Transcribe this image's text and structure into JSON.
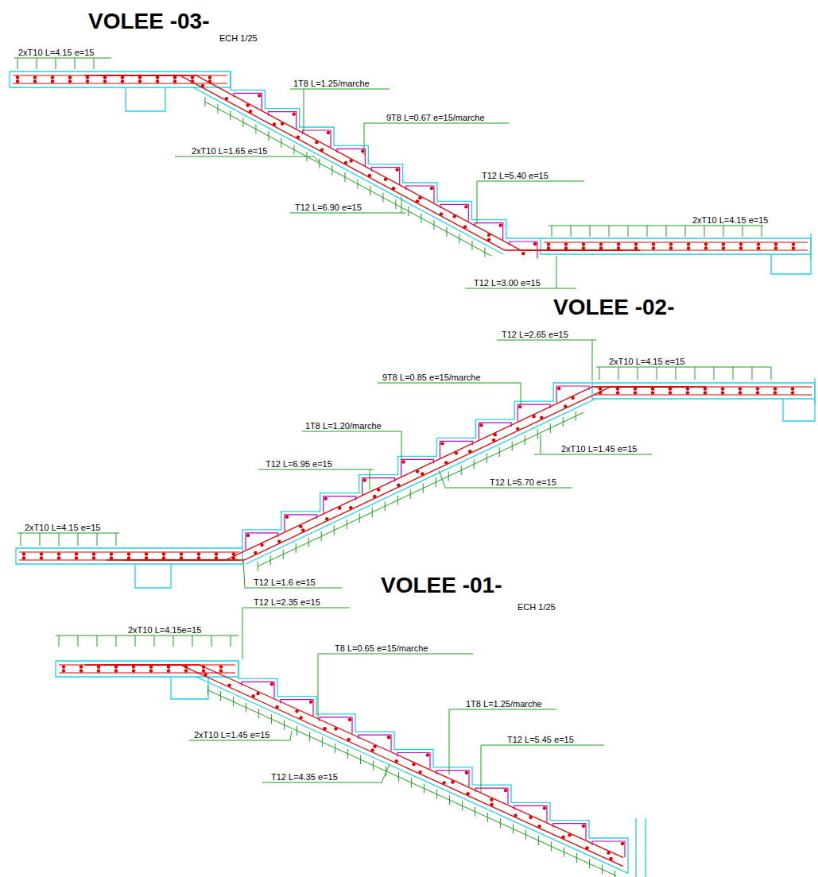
{
  "diagram": {
    "labels": [
      "VOLEE -03-",
      "ECH 1/25",
      "2xT10 L=4.15 e=15",
      "1T8 L=1.25/marche",
      "9T8 L=0.67 e=15/marche",
      "2xT10 L=1.65 e=15",
      "T12 L=5.40 e=15",
      "T12 L=6.90 e=15",
      "2xT10 L=4.15 e=15",
      "T12 L=3.00 e=15",
      "VOLEE -02-",
      "T12 L=2.65 e=15",
      "2xT10 L=4.15 e=15",
      "9T8 L=0.85 e=15/marche",
      "1T8 L=1.20/marche",
      "2xT10 L=1.45 e=15",
      "T12 L=6.95 e=15",
      "T12 L=5.70 e=15",
      "2xT10 L=4.15 e=15",
      "T12 L=1.6 e=15",
      "VOLEE -01-",
      "ECH 1/25",
      "T12 L=2.35 e=15",
      "2xT10 L=4.15e=15",
      "T8 L=0.65 e=15/marche",
      "1T8 L=1.25/marche",
      "2xT10 L=1.45 e=15",
      "T12 L=5.45 e=15",
      "T12 L=4.35 e=15"
    ]
  }
}
